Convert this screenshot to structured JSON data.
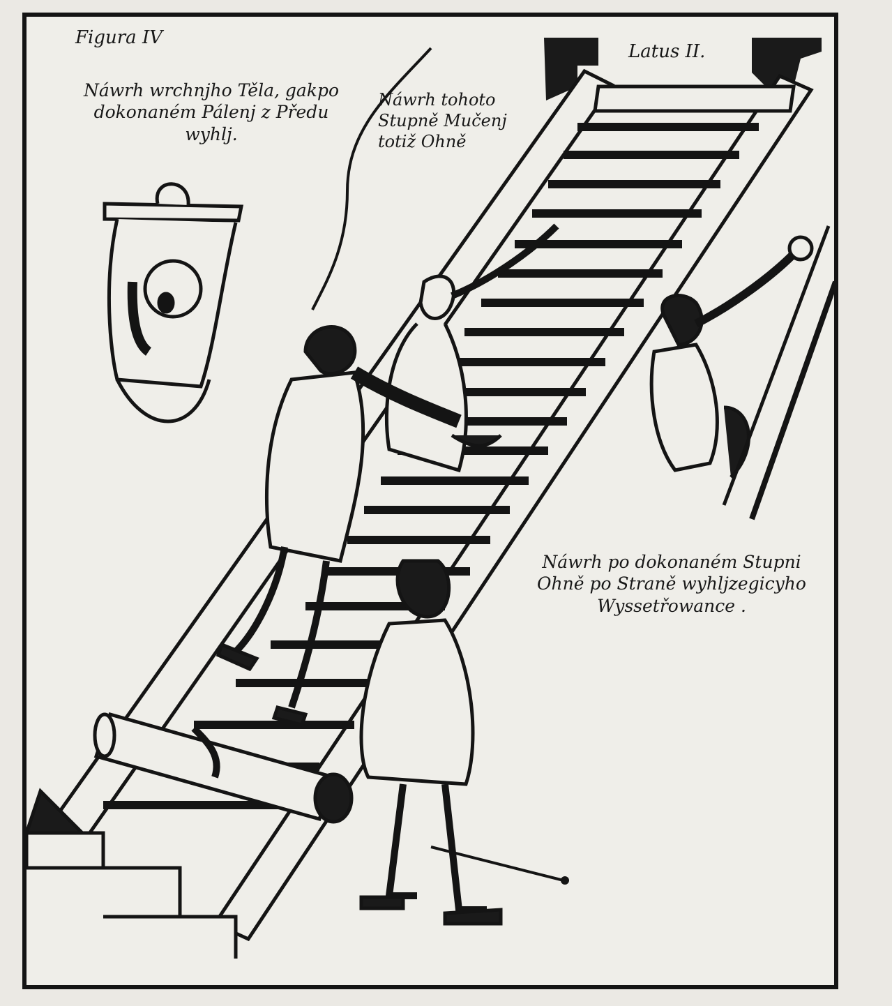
{
  "figure": {
    "label": "Figura IV",
    "side_label": "Latus II.",
    "caption_upper_left": "Náwrh wrchnjho Těla, gakpo\ndokonaném Pálenj z Předu\nwyhlj.",
    "caption_upper_center": "Náwrh tohoto\nStupně Mučenj\ntotiž Ohně",
    "caption_lower_right": "Náwrh po dokonaném Stupni\nOhně po Straně wyhljzegicyho\nWyssetřowance ."
  },
  "colors": {
    "ink": "#141414",
    "paper": "#efeee9",
    "margin": "#ebe9e4"
  }
}
